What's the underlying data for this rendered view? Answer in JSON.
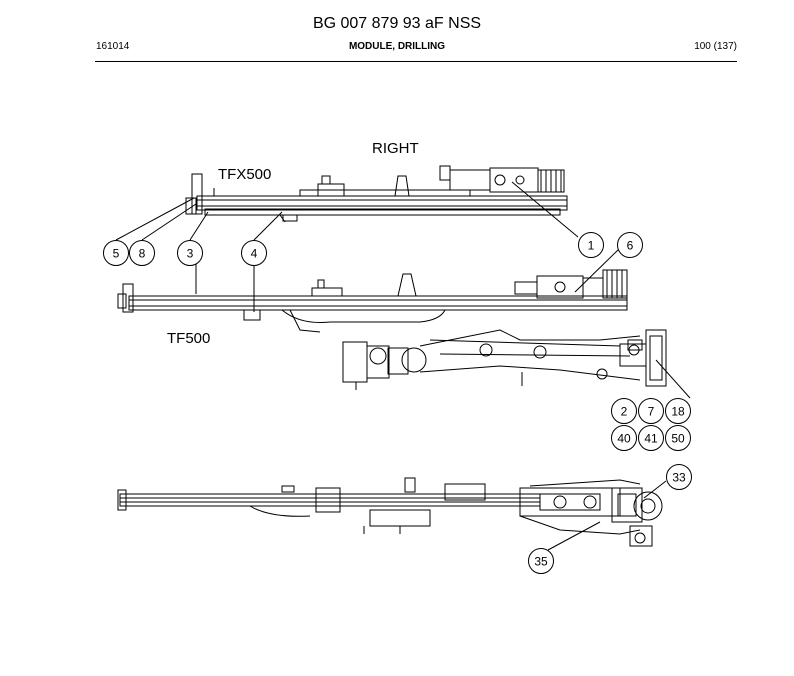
{
  "header": {
    "title": "BG 007 879 93 aF NSS",
    "left_code": "161014",
    "section": "MODULE, DRILLING",
    "page": "100 (137)"
  },
  "views": {
    "right_label": "RIGHT",
    "tfx_label": "TFX500",
    "tf_label": "TF500"
  },
  "callouts": [
    "5",
    "8",
    "3",
    "4",
    "1",
    "6",
    "2",
    "7",
    "18",
    "40",
    "41",
    "50",
    "33",
    "35"
  ]
}
